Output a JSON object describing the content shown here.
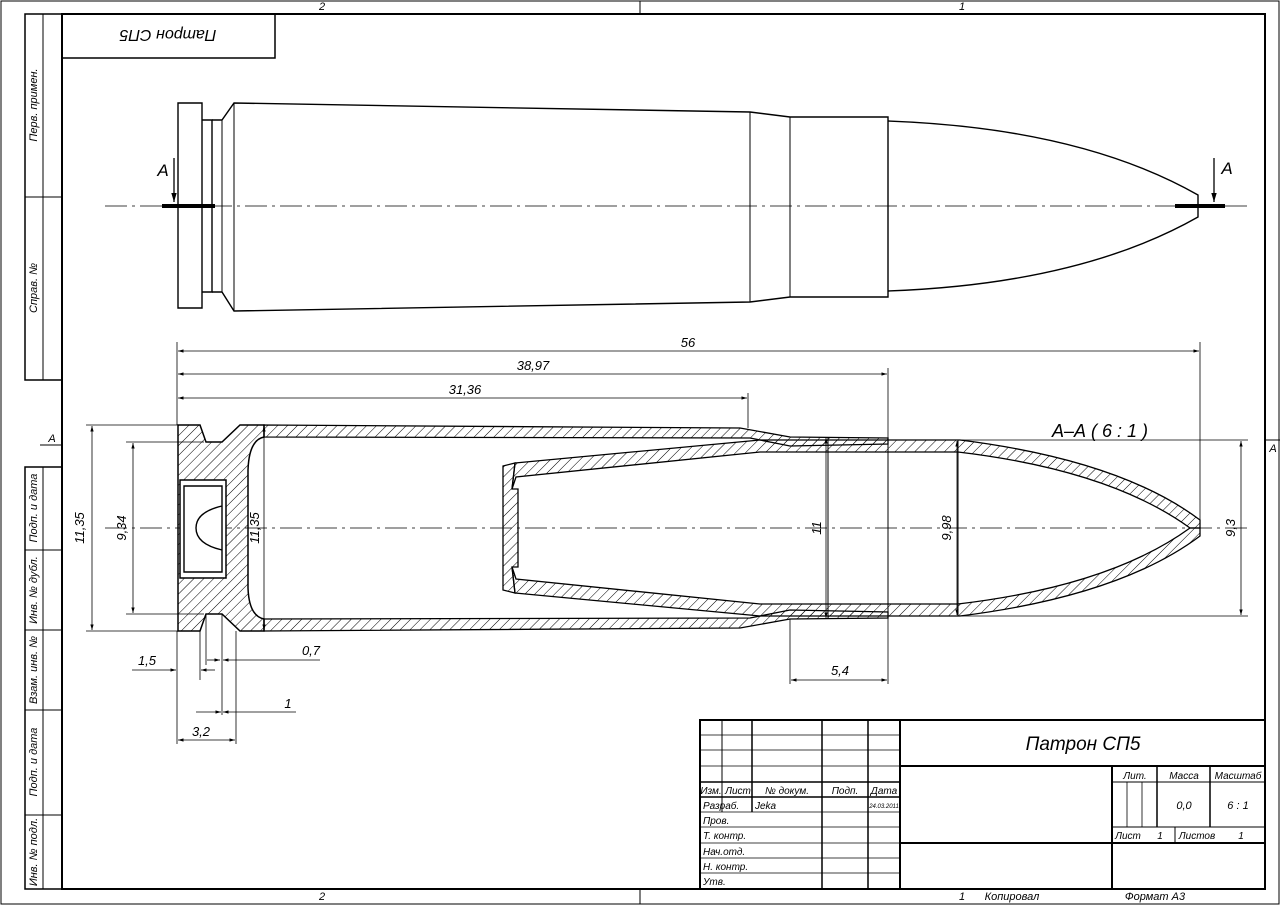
{
  "sheet": {
    "zone_top_left": "2",
    "zone_top_right": "1",
    "zone_bottom_left": "2",
    "zone_bottom_right": "1",
    "zone_side_a_left": "A",
    "zone_side_a_right": "A",
    "corner_stamp_rotated": "Патрон СП5",
    "copied_label": "Копировал",
    "format_label": "Формат А3"
  },
  "side_strip": {
    "first_use": "Перв. примен.",
    "ref_no": "Справ. №",
    "sign_date_1": "Подп. и дата",
    "inv_dubl": "Инв. № дубл.",
    "vzam_inv": "Взам. инв. №",
    "sign_date_2": "Подп. и дата",
    "inv_orig": "Инв. № подл."
  },
  "views": {
    "section_mark_left": "A",
    "section_mark_right": "A",
    "section_title": "А–А ( 6 : 1 )"
  },
  "dimensions": {
    "overall_length": "56",
    "neck_to_shoulder": "38,97",
    "case_body": "31,36",
    "rim_dia": "11,35",
    "base_dia": "9,34",
    "body_dia": "11,35",
    "shoulder_dia": "11",
    "bullet_dia": "9,98",
    "ogive_dia": "9,3",
    "rim_thickness": "1,5",
    "bevel": "0,7",
    "groove_width": "1",
    "rim_to_groove": "3,2",
    "neck_length": "5,4"
  },
  "title_block": {
    "title": "Патрон СП5",
    "lit_header": "Лит.",
    "mass_header": "Масса",
    "scale_header": "Масштаб",
    "mass_value": "0,0",
    "scale_value": "6 : 1",
    "sheet_label": "Лист",
    "sheet_value": "1",
    "sheets_label": "Листов",
    "sheets_value": "1",
    "col_izm": "Изм.",
    "col_list": "Лист",
    "col_doc": "№ докум.",
    "col_sign": "Подп.",
    "col_date": "Дата",
    "rows": [
      {
        "role": "Разраб.",
        "name": "Jeka",
        "date": "24.03.2011"
      },
      {
        "role": "Пров.",
        "name": "",
        "date": ""
      },
      {
        "role": "Т. контр.",
        "name": "",
        "date": ""
      },
      {
        "role": "Нач.отд.",
        "name": "",
        "date": ""
      },
      {
        "role": "Н. контр.",
        "name": "",
        "date": ""
      },
      {
        "role": "Утв.",
        "name": "",
        "date": ""
      }
    ]
  }
}
